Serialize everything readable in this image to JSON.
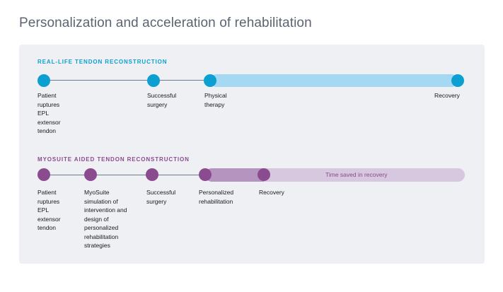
{
  "title": "Personalization and acceleration of rehabilitation",
  "colors": {
    "real_life_accent": "#0c9fd2",
    "real_life_bar": "#a5d9f3",
    "myosuite_accent": "#8a4c8e",
    "myosuite_bar_personalized": "#b595c0",
    "myosuite_bar_saved": "#d7c7df",
    "panel_background": "#eef0f4"
  },
  "real_life": {
    "heading": "REAL-LIFE TENDON RECONSTRUCTION",
    "milestones": [
      "Patient\nruptures\nEPL\nextensor\ntendon",
      "Successful\nsurgery",
      "Physical\ntherapy",
      "Recovery"
    ]
  },
  "myosuite": {
    "heading": "MYOSUITE AIDED TENDON RECONSTRUCTION",
    "milestones": [
      "Patient\nruptures\nEPL\nextensor\ntendon",
      "MyoSuite\nsimulation of\nintervention and\ndesign of\npersonalized\nrehabilitation\nstrategies",
      "Successful\nsurgery",
      "Personalized\nrehabilitation",
      "Recovery"
    ],
    "saved_label": "Time saved in recovery"
  }
}
